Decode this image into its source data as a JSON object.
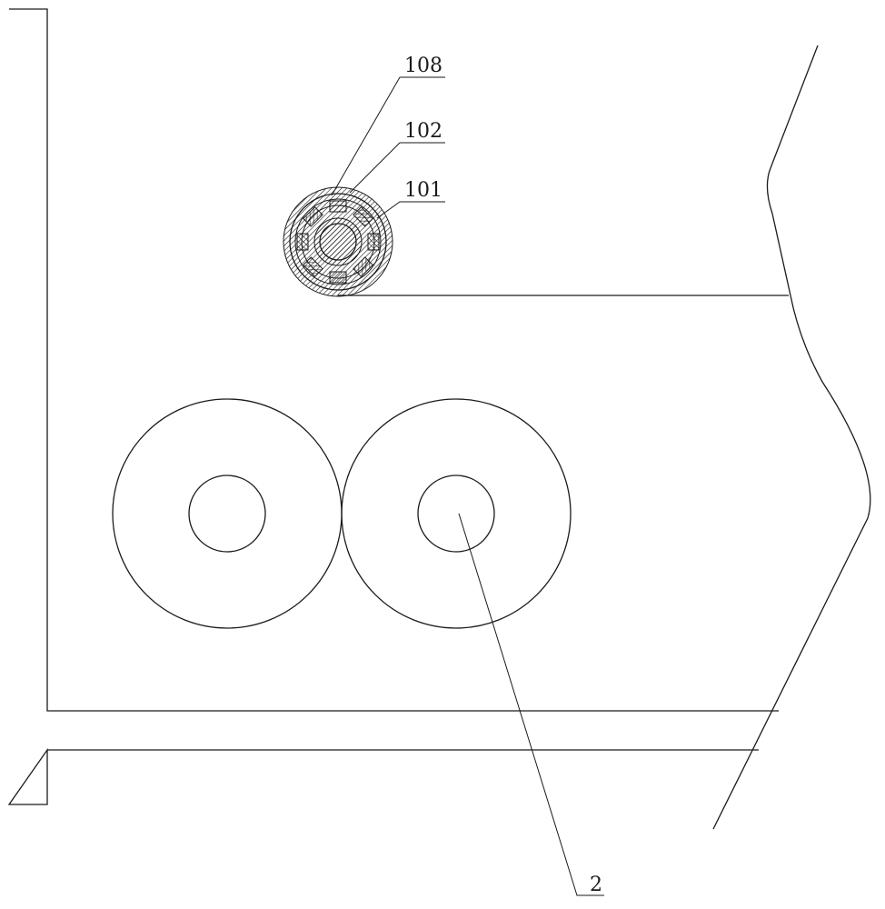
{
  "labels": {
    "part_108": "108",
    "part_102": "102",
    "part_101": "101",
    "part_2": "2"
  },
  "colors": {
    "line": "#1a1a1a",
    "background": "#ffffff"
  }
}
